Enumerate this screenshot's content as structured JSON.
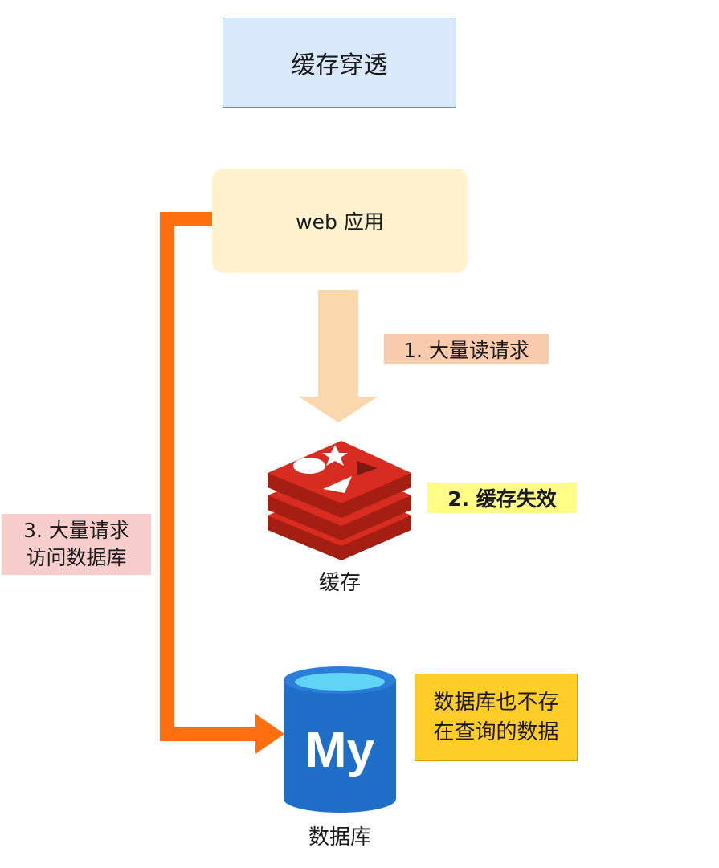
{
  "title": "缓存穿透",
  "web_app": "web 应用",
  "step1": "1. 大量读请求",
  "step2": "2. 缓存失效",
  "step3": [
    "3. 大量请求",
    "访问数据库"
  ],
  "cache_label": "缓存",
  "db_label": "数据库",
  "db_note": [
    "数据库也不存",
    "在查询的数据"
  ],
  "db_logo_text": "My",
  "colors": {
    "orange_arrow": "#ff6f0f",
    "peach_arrow": "#fad7ac",
    "redis_red": "#c6302b",
    "mysql_blue": "#1f6fc9"
  }
}
